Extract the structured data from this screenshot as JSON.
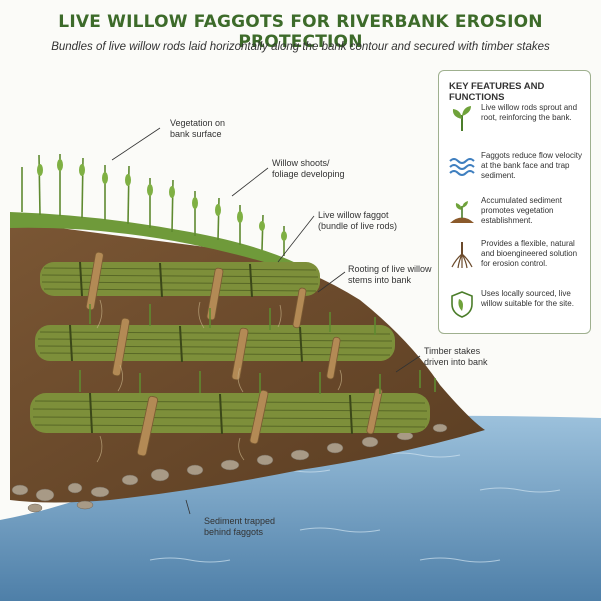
{
  "title": "LIVE WILLOW FAGGOTS FOR RIVERBANK EROSION PROTECTION",
  "subtitle": "Bundles of live willow rods laid horizontally along the bank contour and secured with timber stakes",
  "callouts": {
    "vegetation": "Vegetation on\nbank surface",
    "shoots": "Willow shoots/\nfoliage developing",
    "faggot": "Live willow faggot\n(bundle of live rods)",
    "rooting": "Rooting of live willow\nstems into bank",
    "stakes": "Timber stakes\ndriven into bank",
    "sediment": "Sediment trapped\nbehind faggots"
  },
  "panel": {
    "title": "KEY FEATURES AND FUNCTIONS",
    "features": [
      {
        "icon": "sprout-icon",
        "text": "Live willow rods sprout and root, reinforcing the bank."
      },
      {
        "icon": "water-waves-icon",
        "text": "Faggots reduce flow velocity at the bank face and trap sediment."
      },
      {
        "icon": "sediment-seedling-icon",
        "text": "Accumulated sediment promotes vegetation establishment."
      },
      {
        "icon": "roots-icon",
        "text": "Provides a flexible, natural and bioengineered solution for erosion control."
      },
      {
        "icon": "shield-leaf-icon",
        "text": "Uses locally sourced, live willow suitable for the site."
      }
    ]
  },
  "colors": {
    "title": "#3d6b2a",
    "soil": "#6b4a2b",
    "grass": "#6f9a3a",
    "willow": "#7d8f3a",
    "stake": "#b38a55",
    "water": "#7aa6c8",
    "panel_border": "#9fb08f"
  }
}
